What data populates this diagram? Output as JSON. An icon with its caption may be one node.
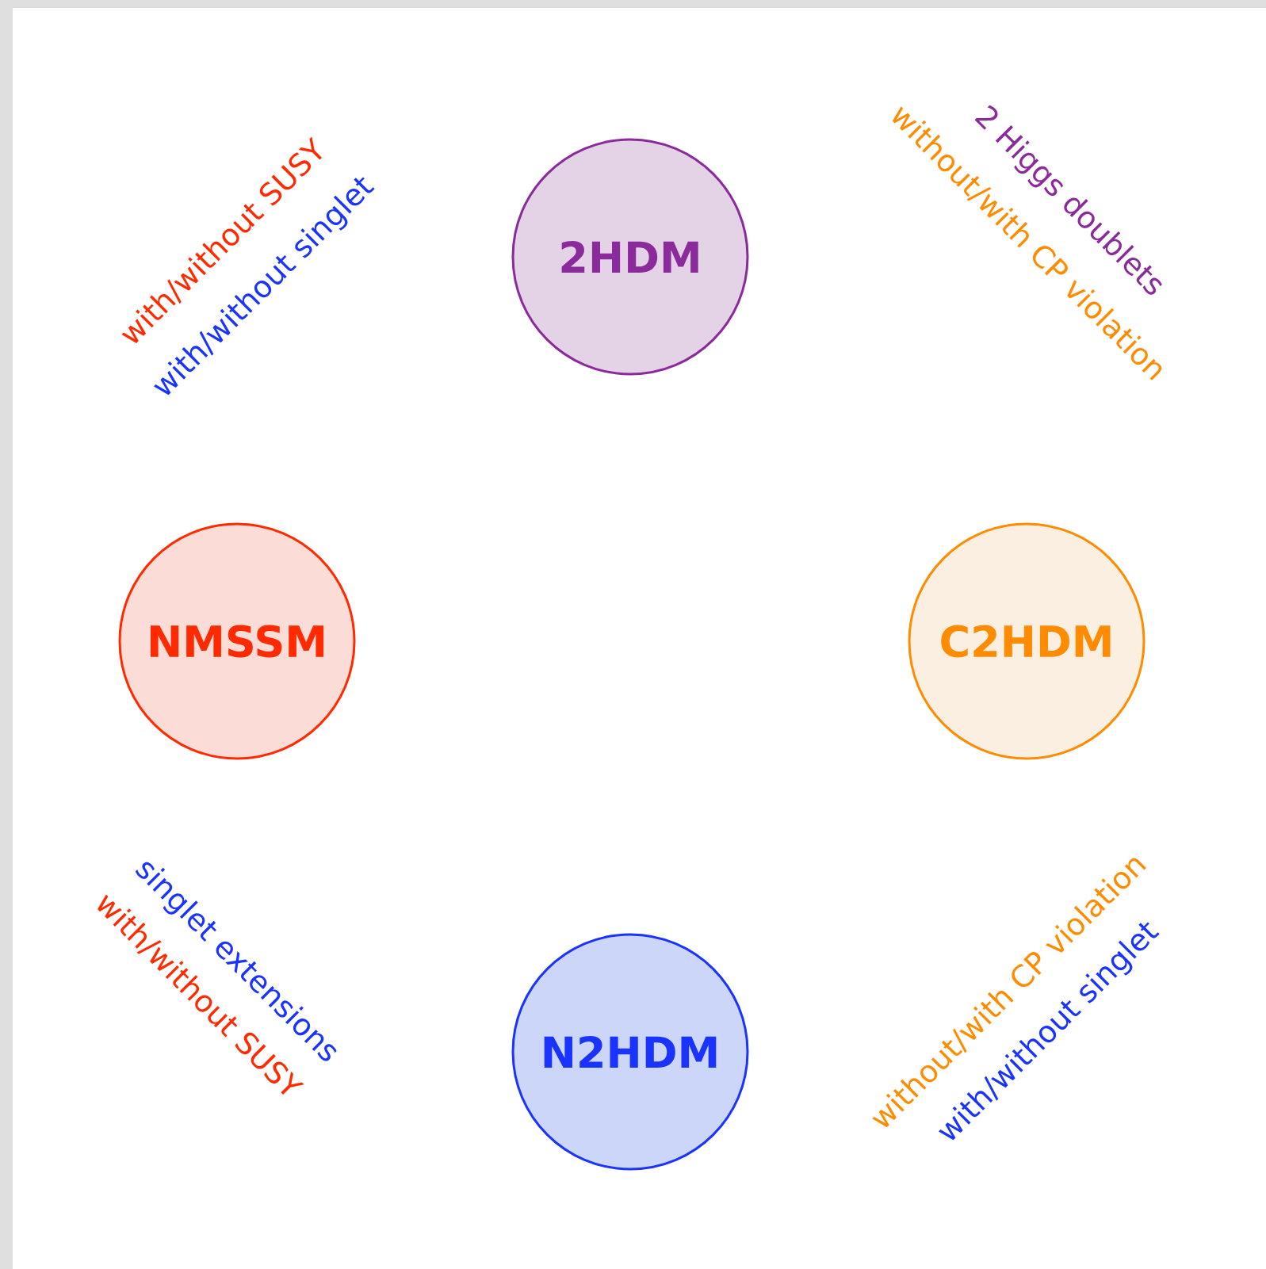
{
  "diagram": {
    "nodes": [
      {
        "text": [
          "2HDM"
        ]
      },
      {
        "text": [
          "NMSSM"
        ]
      },
      {
        "text": [
          "C2HDM"
        ]
      },
      {
        "text": [
          "N2HDM"
        ]
      }
    ],
    "labels": [
      "with/without SUSY",
      "with/without singlet",
      "2 Higgs doublets",
      "without/with CP violation",
      "singlet extensions",
      "with/without SUSY",
      "without/with CP violation",
      "with/without singlet"
    ]
  }
}
